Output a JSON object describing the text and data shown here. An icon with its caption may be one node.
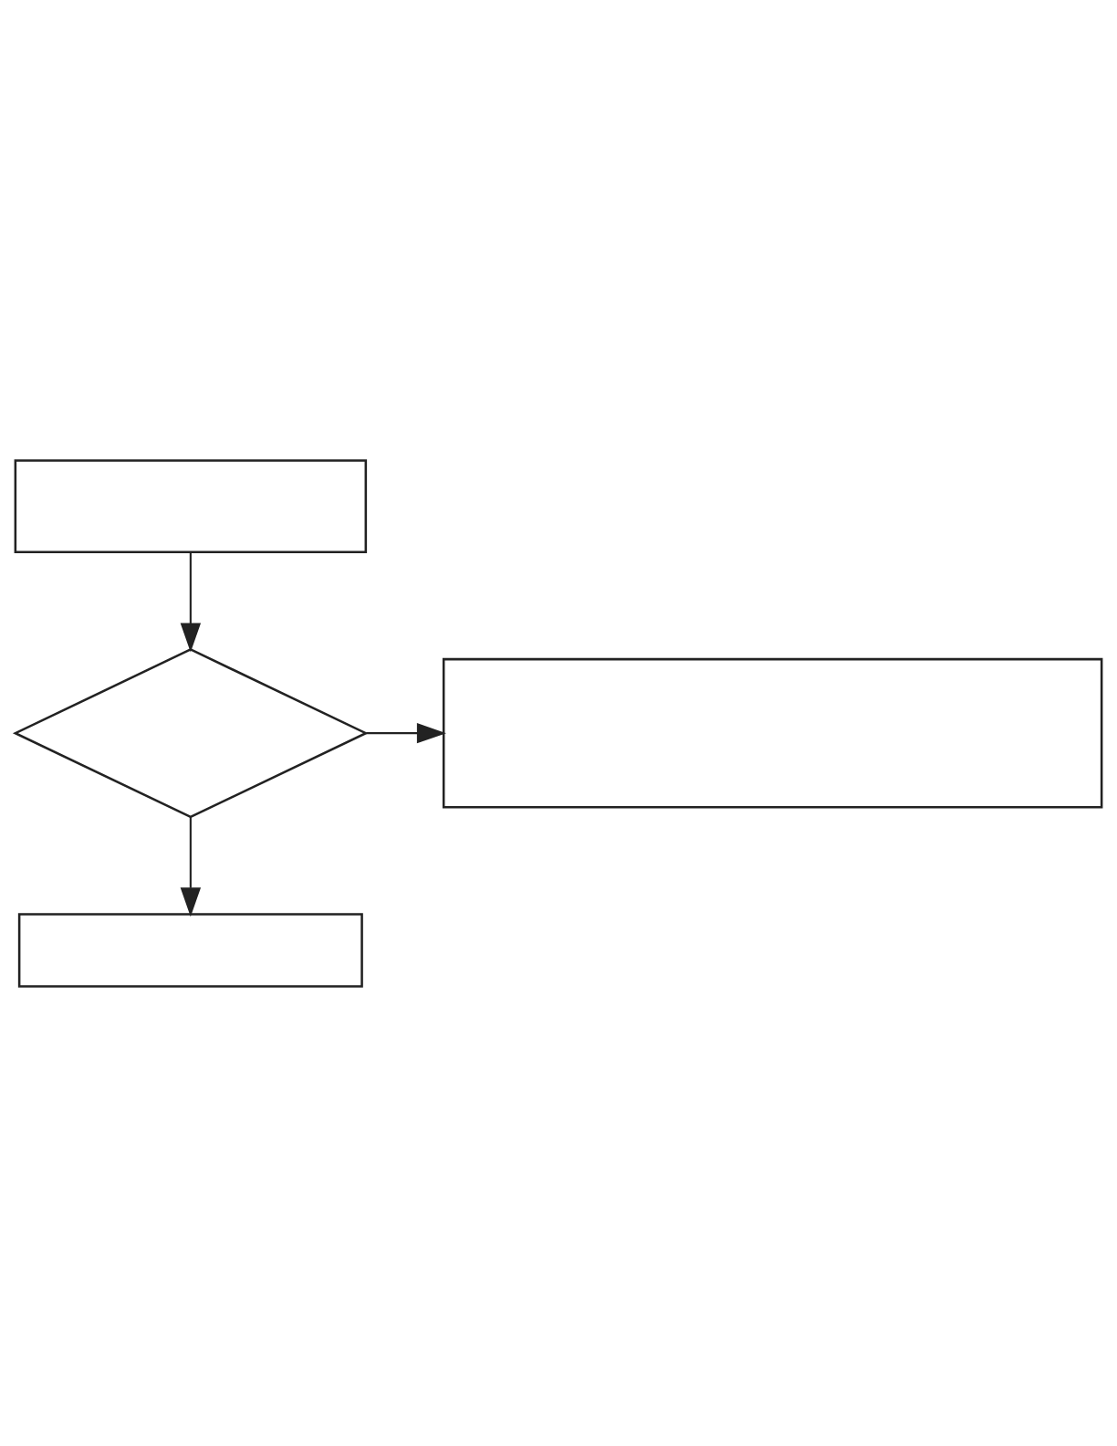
{
  "diagram": {
    "nodes": [
      {
        "text": [],
        "shape": "box"
      },
      {
        "text": [],
        "shape": "diamond"
      },
      {
        "text": [],
        "shape": "box"
      },
      {
        "text": [],
        "shape": "box"
      }
    ],
    "edges": [
      {
        "from": 0,
        "to": 1,
        "arrow": "to"
      },
      {
        "from": 1,
        "to": 2,
        "arrow": "to"
      },
      {
        "from": 1,
        "to": 3,
        "arrow": "to"
      }
    ]
  }
}
